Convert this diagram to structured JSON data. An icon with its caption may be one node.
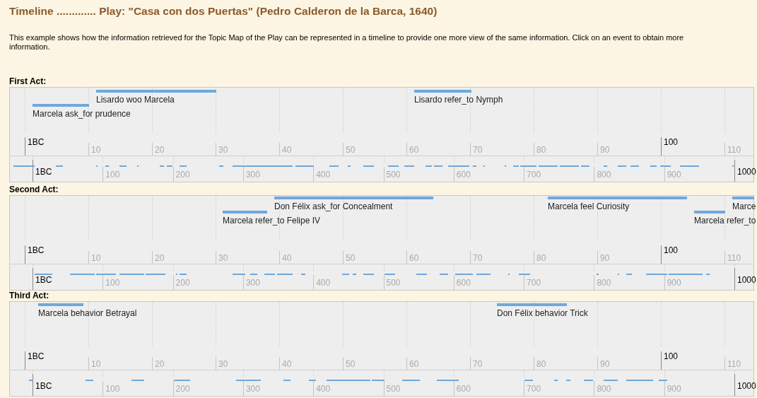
{
  "diagram": {
    "title": "Timeline ............. Play: \"Casa con dos Puertas\" (Pedro Calderon de la Barca, 1640)",
    "nodes": [
      {
        "text": [
          "First Act:"
        ]
      },
      {
        "text": [
          "Marcela ask_for prudence"
        ],
        "in": 0
      },
      {
        "text": [
          "Lisardo woo Marcela"
        ],
        "in": 0
      },
      {
        "text": [
          "Lisardo refer_to Nymph"
        ],
        "in": 0
      },
      {
        "text": [
          "Second Act:"
        ]
      },
      {
        "text": [
          "Marcela refer_to Felipe IV"
        ],
        "in": 4
      },
      {
        "text": [
          "Don Félix ask_for Concealment"
        ],
        "in": 4
      },
      {
        "text": [
          "Marcela feel Curiosity"
        ],
        "in": 4
      },
      {
        "text": [
          "Marcela refer_to"
        ],
        "in": 4
      },
      {
        "text": [
          "Marce"
        ],
        "in": 4
      },
      {
        "text": [
          "Third Act:"
        ]
      },
      {
        "text": [
          "Marcela behavior Betrayal"
        ],
        "in": 10
      },
      {
        "text": [
          "Don Félix behavior Trick"
        ],
        "in": 10
      }
    ],
    "labels": [
      "This example shows how the information retrieved for the Topic Map of the Play can be represented in a timeline to provide one more view of the same information. Click on an event to obtain more information.",
      "1BC",
      "10",
      "20",
      "30",
      "40",
      "50",
      "60",
      "70",
      "80",
      "90",
      "100",
      "110",
      "1BC",
      "100",
      "200",
      "300",
      "400",
      "500",
      "600",
      "700",
      "800",
      "900",
      "1000",
      "1BC",
      "10",
      "20",
      "30",
      "40",
      "50",
      "60",
      "70",
      "80",
      "90",
      "100",
      "110",
      "1BC",
      "100",
      "200",
      "300",
      "400",
      "500",
      "600",
      "700",
      "800",
      "900",
      "1000",
      "1BC",
      "10",
      "20",
      "30",
      "40",
      "50",
      "60",
      "70",
      "80",
      "90",
      "100",
      "110",
      "1BC",
      "100",
      "200",
      "300",
      "400",
      "500",
      "600",
      "700",
      "800",
      "900",
      "1000"
    ]
  }
}
